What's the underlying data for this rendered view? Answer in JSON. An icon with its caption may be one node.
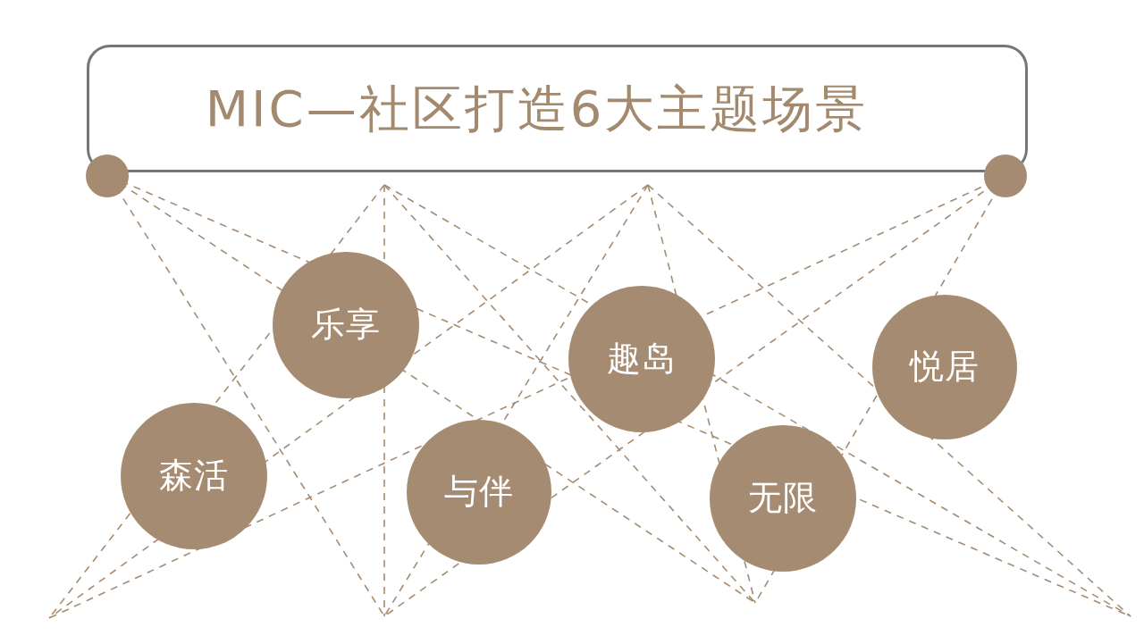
{
  "diagram": {
    "nodes": [
      {
        "text": [
          "MIC—社区打造6大主题场景"
        ]
      },
      {
        "text": [
          "森活"
        ]
      },
      {
        "text": [
          "乐享"
        ]
      },
      {
        "text": [
          "与伴"
        ]
      },
      {
        "text": [
          "趣岛"
        ]
      },
      {
        "text": [
          "无限"
        ]
      },
      {
        "text": [
          "悦居"
        ]
      }
    ]
  }
}
